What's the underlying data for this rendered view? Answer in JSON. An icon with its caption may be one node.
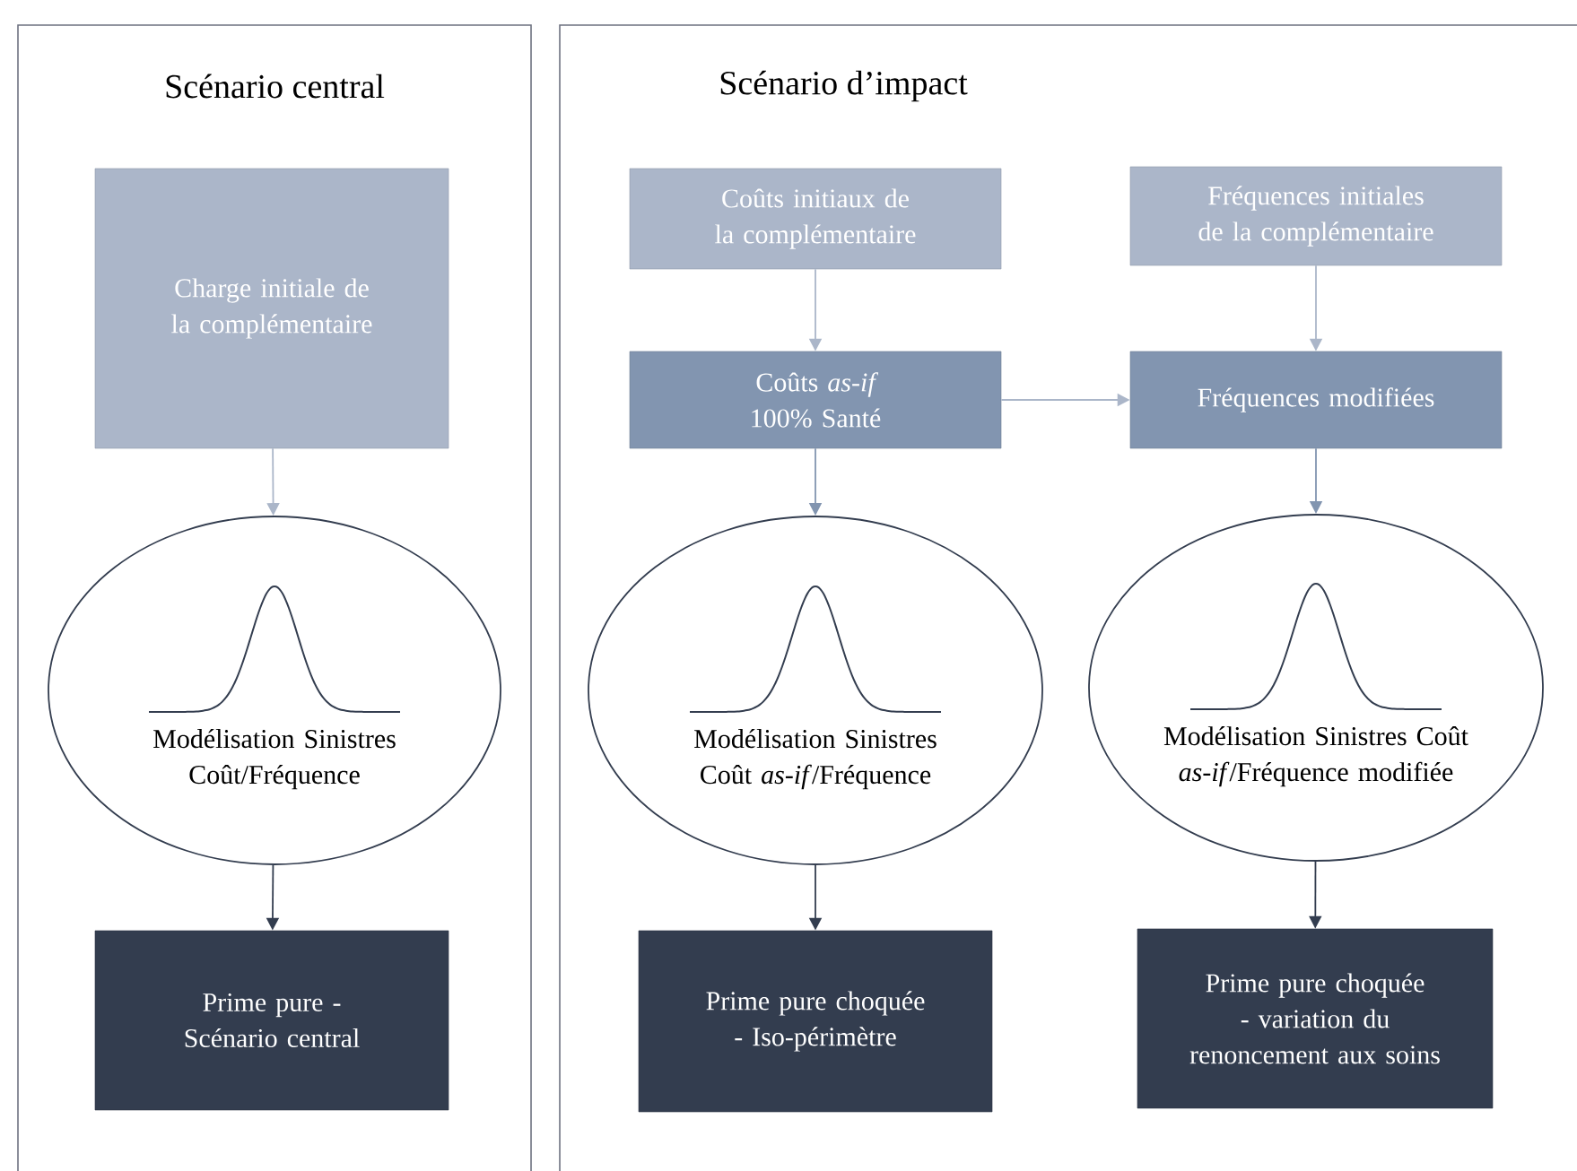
{
  "diagram": {
    "nodes": [
      {
        "text": [
          "Scénario central"
        ]
      },
      {
        "text": [
          "Charge initiale de la complémentaire"
        ],
        "in": 0
      },
      {
        "text": [
          "Modélisation Sinistres Coût/Fréquence"
        ],
        "in": 0
      },
      {
        "text": [
          "Prime pure - Scénario central"
        ],
        "in": 0
      },
      {
        "text": [
          "Scénario d’impact"
        ]
      },
      {
        "text": [
          "Coûts initiaux de la complémentaire"
        ],
        "in": 4
      },
      {
        "text": [
          "Fréquences initiales de la complémentaire"
        ],
        "in": 4
      },
      {
        "text": [
          "Coûts *as-if* 100% Santé"
        ],
        "in": 4
      },
      {
        "text": [
          "Fréquences modifiées"
        ],
        "in": 4
      },
      {
        "text": [
          "Modélisation Sinistres Coût *as-if*/Fréquence"
        ],
        "in": 4
      },
      {
        "text": [
          "Modélisation Sinistres Coût *as-if*/Fréquence modifiée"
        ],
        "in": 4
      },
      {
        "text": [
          "Prime pure choquée - Iso-périmètre"
        ],
        "in": 4
      },
      {
        "text": [
          "Prime pure choquée - variation du renoncement aux soins"
        ],
        "in": 4
      }
    ],
    "edges": [
      {
        "from": 1,
        "to": 2,
        "arrow": "to",
        "color": "#abb6c9"
      },
      {
        "from": 2,
        "to": 3,
        "arrow": "to",
        "color": "#333d4f"
      },
      {
        "from": 5,
        "to": 7,
        "arrow": "to",
        "color": "#abb6c9"
      },
      {
        "from": 6,
        "to": 8,
        "arrow": "to",
        "color": "#abb6c9"
      },
      {
        "from": 7,
        "to": 8,
        "arrow": "to",
        "color": "#abb6c9"
      },
      {
        "from": 7,
        "to": 9,
        "arrow": "to",
        "color": "#8295b0"
      },
      {
        "from": 8,
        "to": 10,
        "arrow": "to",
        "color": "#8295b0"
      },
      {
        "from": 9,
        "to": 11,
        "arrow": "to",
        "color": "#333d4f"
      },
      {
        "from": 10,
        "to": 12,
        "arrow": "to",
        "color": "#333d4f"
      }
    ]
  }
}
